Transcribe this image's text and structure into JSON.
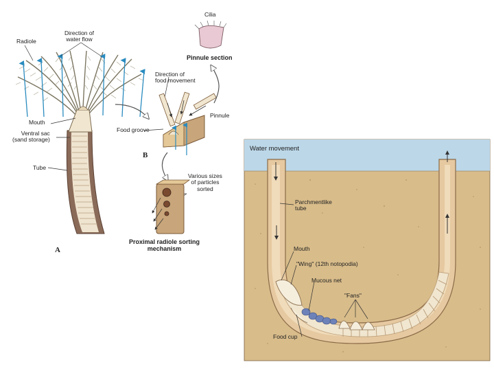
{
  "figure_left": {
    "labels": {
      "radiole": "Radiole",
      "water_flow": "Direction of\nwater flow",
      "cilia": "Cilia",
      "pinnule_section": "Pinnule section",
      "food_movement": "Direction of\nfood movement",
      "mouth": "Mouth",
      "ventral_sac": "Ventral sac\n(sand storage)",
      "food_groove": "Food groove",
      "pinnule": "Pinnule",
      "tube": "Tube",
      "particles": "Various sizes\nof particles\nsorted",
      "sorting_mechanism": "Proximal radiole sorting\nmechanism",
      "panel_a": "A",
      "panel_b": "B"
    }
  },
  "figure_right": {
    "labels": {
      "water_movement": "Water movement",
      "parchment_tube": "Parchmentlike\ntube",
      "mouth": "Mouth",
      "wing": "\"Wing\" (12th notopodia)",
      "mucous_net": "Mucous net",
      "fans": "\"Fans\"",
      "food_cup": "Food cup"
    }
  },
  "colors": {
    "water": "#bcd7e8",
    "sand": "#d8bc8a",
    "tube": "#e6c9a0",
    "worm_body": "#f1e6cf",
    "arrow_blue": "#2a8bbf",
    "pinnule_pink": "#e9c9d3"
  }
}
